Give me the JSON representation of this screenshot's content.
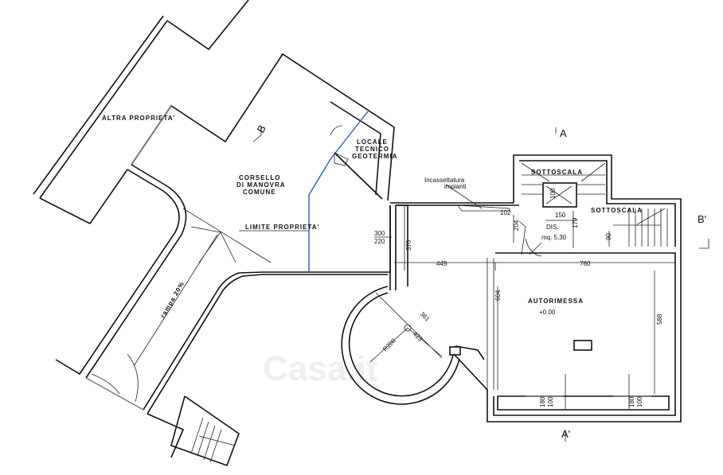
{
  "drawing": {
    "rooms": {
      "altra_proprieta": "ALTRA PROPRIETA'",
      "corsello_1": "CORSELLO",
      "corsello_2": "DI MANOVRA",
      "corsello_3": "COMUNE",
      "locale_1": "LOCALE",
      "locale_2": "TECNICO",
      "locale_3": "GEOTERMIA",
      "limite": "LIMITE PROPRIETA'",
      "rampa": "rampa 20%",
      "incassettatura_1": "Incassettatura",
      "incassettatura_2": "impianti",
      "sottoscala_1": "SOTTOSCALA",
      "sottoscala_2": "SOTTOSCALA",
      "dis": "DIS.",
      "dis_area": "mq. 5,30",
      "autorimessa": "AUTORIMESSA",
      "quota": "+0.00"
    },
    "dimensions": {
      "d300": "300",
      "d220": "220",
      "d370": "370",
      "d449": "449",
      "d760": "760",
      "d102": "102",
      "d204": "204",
      "d179": "179",
      "d150": "150",
      "d100": "100",
      "d90": "90",
      "d604": "604",
      "d588": "588",
      "d361": "361",
      "d423": "423",
      "r200": "R200",
      "w1a": "180",
      "w1b": "100",
      "w2a": "180",
      "w2b": "100"
    },
    "sections": {
      "a": "A",
      "a_prime": "A'",
      "b": "B",
      "b_prime": "B'"
    },
    "watermark": "Casa.it",
    "colors": {
      "wall": "#111111",
      "property_limit": "#2a5db0"
    }
  }
}
